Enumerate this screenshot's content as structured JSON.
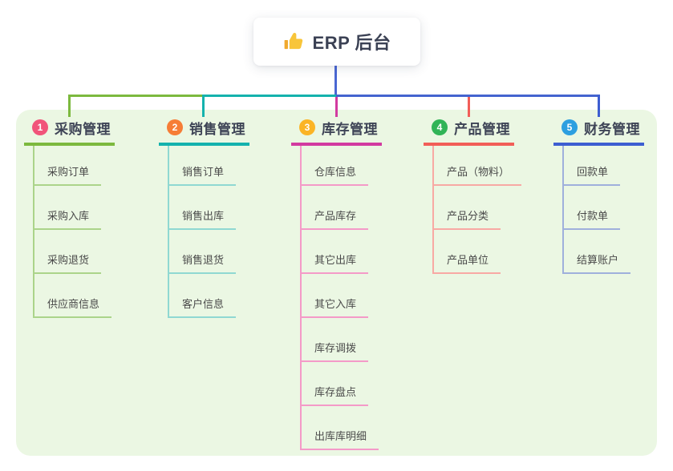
{
  "root": {
    "label": "ERP 后台",
    "icon": "thumbs-up-icon",
    "icon_color": "#f8c53a"
  },
  "colors": {
    "background_panel": "#ebf7e3",
    "root_connector": "#4a67d3",
    "title_text": "#3e4456",
    "child_text": "#4a4a4a"
  },
  "connectors": {
    "segment_left_color": "#7cb93e",
    "segment_mid_color": "#14b2ad",
    "segment_right_color": "#4464cf"
  },
  "branches": [
    {
      "index": "1",
      "label": "采购管理",
      "badge_color": "#f1547a",
      "line_color": "#7cb93e",
      "child_line_color": "#abd48a",
      "children": [
        "采购订单",
        "采购入库",
        "采购退货",
        "供应商信息"
      ]
    },
    {
      "index": "2",
      "label": "销售管理",
      "badge_color": "#f67d36",
      "line_color": "#14b2ad",
      "child_line_color": "#8fd8d2",
      "children": [
        "销售订单",
        "销售出库",
        "销售退货",
        "客户信息"
      ]
    },
    {
      "index": "3",
      "label": "库存管理",
      "badge_color": "#fbb425",
      "line_color": "#d23aa0",
      "child_line_color": "#f49ac8",
      "children": [
        "仓库信息",
        "产品库存",
        "其它出库",
        "其它入库",
        "库存调拨",
        "库存盘点",
        "出库库明细"
      ]
    },
    {
      "index": "4",
      "label": "产品管理",
      "badge_color": "#31b457",
      "line_color": "#f25e58",
      "child_line_color": "#f8a9a4",
      "children": [
        "产品（物料）",
        "产品分类",
        "产品单位"
      ]
    },
    {
      "index": "5",
      "label": "财务管理",
      "badge_color": "#2d9fe0",
      "line_color": "#3d5ed1",
      "child_line_color": "#9fb0dc",
      "children": [
        "回款单",
        "付款单",
        "结算账户"
      ]
    }
  ]
}
